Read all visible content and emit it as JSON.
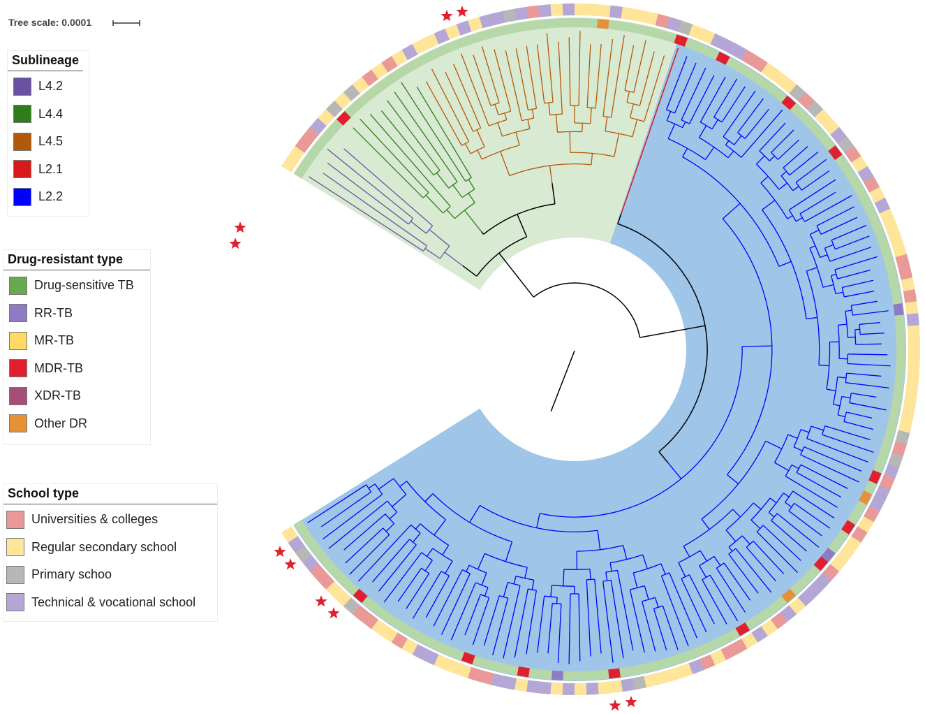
{
  "tree_scale": {
    "label": "Tree scale: 0.0001"
  },
  "legends": {
    "sublineage": {
      "title": "Sublineage",
      "items": [
        {
          "label": "L4.2",
          "color": "#6a51a3"
        },
        {
          "label": "L4.4",
          "color": "#2e7d1a"
        },
        {
          "label": "L4.5",
          "color": "#b35806"
        },
        {
          "label": "L2.1",
          "color": "#d7191c"
        },
        {
          "label": "L2.2",
          "color": "#0000ff"
        }
      ]
    },
    "drug_resistant_type": {
      "title": "Drug-resistant type",
      "items": [
        {
          "label": "Drug-sensitive TB",
          "color": "#6aa84f"
        },
        {
          "label": "RR-TB",
          "color": "#8e7cc3"
        },
        {
          "label": "MR-TB",
          "color": "#ffd966"
        },
        {
          "label": "MDR-TB",
          "color": "#e0202e"
        },
        {
          "label": "XDR-TB",
          "color": "#a64d79"
        },
        {
          "label": "Other DR",
          "color": "#e69138"
        }
      ]
    },
    "school_type": {
      "title": "School type",
      "items": [
        {
          "label": "Universities & colleges",
          "color": "#ea9999"
        },
        {
          "label": "Regular secondary school",
          "color": "#ffe599"
        },
        {
          "label": "Primary schoo",
          "color": "#b7b7b7"
        },
        {
          "label": "Technical & vocational school",
          "color": "#b4a7d6"
        }
      ]
    }
  },
  "colors": {
    "clade_l4_shade": "#d9ead3",
    "clade_l2_shade": "#9fc5e8",
    "inner_ring_default": "#b6d7a8",
    "star": "#e0202e",
    "backbone": "#000000"
  }
}
